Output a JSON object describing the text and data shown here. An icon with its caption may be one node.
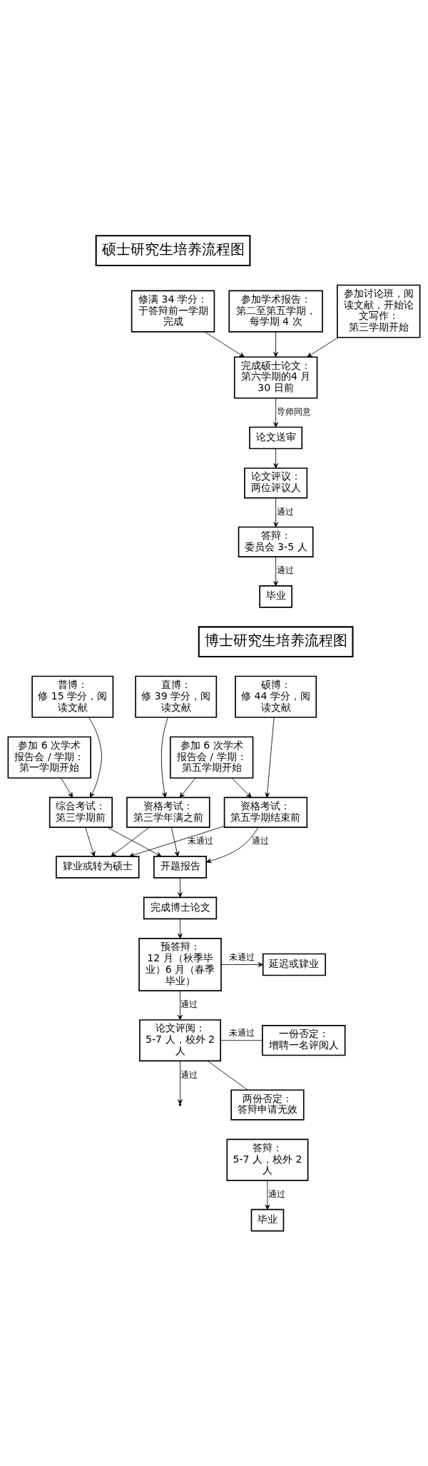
{
  "diagram": {
    "nodes": [
      {
        "text": [
          "硕士研究生培养流程图"
        ]
      },
      {
        "text": [
          "参加学术报告：第二至第五学期，每学期 4 次"
        ]
      },
      {
        "text": [
          "修满 34 学分：于答辩前一学期完成"
        ]
      },
      {
        "text": [
          "参加讨论班，阅读文献，开始论文写作：第三学期开始"
        ]
      },
      {
        "text": [
          "完成硕士论文：第六学期的4 月 30 日前"
        ]
      },
      {
        "text": [
          "论文送审"
        ]
      },
      {
        "text": [
          "论文评议：两位评议人"
        ]
      },
      {
        "text": [
          "答辩：委员会 3-5 人"
        ]
      },
      {
        "text": [
          "毕业"
        ]
      },
      {
        "text": [
          "博士研究生培养流程图"
        ]
      },
      {
        "text": [
          "直博：修 39 学分，阅读文献"
        ]
      },
      {
        "text": [
          "硕博：修 44 学分，阅读文献"
        ]
      },
      {
        "text": [
          "普博：修 15 学分，阅读文献"
        ]
      },
      {
        "text": [
          "参加 6 次学术报告会 / 学期：第五学期开始"
        ]
      },
      {
        "text": [
          "参加 6 次学术报告会 / 学期：第一学期开始"
        ]
      },
      {
        "text": [
          "资格考试：第三学年满之前"
        ]
      },
      {
        "text": [
          "资格考试：第五学期结束前"
        ]
      },
      {
        "text": [
          "综合考试：第三学期前"
        ]
      },
      {
        "text": [
          "肄业或转为硕士"
        ]
      },
      {
        "text": [
          "开题报告"
        ]
      },
      {
        "text": [
          "完成博士论文"
        ]
      },
      {
        "text": [
          "预答辩：12 月（秋季毕业）6 月（春季毕业）"
        ]
      },
      {
        "text": [
          "延迟或肄业"
        ]
      },
      {
        "text": [
          "论文评阅：5-7 人，校外 2 人"
        ]
      },
      {
        "text": [
          "一份否定：增聘一名评阅人"
        ]
      },
      {
        "text": [
          "两份否定：答辩申请无效"
        ]
      },
      {
        "text": [
          "答辩：5-7 人，校外 2 人"
        ]
      },
      {
        "text": [
          "毕业"
        ]
      }
    ],
    "edges": [
      {
        "from": 1,
        "to": 4,
        "arrow": "to"
      },
      {
        "from": 2,
        "to": 4,
        "arrow": "to"
      },
      {
        "from": 3,
        "to": 4,
        "arrow": "to"
      },
      {
        "from": 4,
        "to": 5,
        "arrow": "to",
        "label": "导师同意"
      },
      {
        "from": 5,
        "to": 6,
        "arrow": "to"
      },
      {
        "from": 6,
        "to": 7,
        "arrow": "to",
        "label": "通过"
      },
      {
        "from": 7,
        "to": 8,
        "arrow": "to",
        "label": "通过"
      },
      {
        "from": 10,
        "to": 15,
        "arrow": "to"
      },
      {
        "from": 13,
        "to": 15,
        "arrow": "to"
      },
      {
        "from": 13,
        "to": 16,
        "arrow": "to"
      },
      {
        "from": 11,
        "to": 16,
        "arrow": "to"
      },
      {
        "from": 12,
        "to": 17,
        "arrow": "to"
      },
      {
        "from": 14,
        "to": 17,
        "arrow": "to"
      },
      {
        "from": 15,
        "to": 18,
        "arrow": "to"
      },
      {
        "from": 16,
        "to": 18,
        "arrow": "to",
        "label": "未通过"
      },
      {
        "from": 17,
        "to": 18,
        "arrow": "to"
      },
      {
        "from": 15,
        "to": 19,
        "arrow": "to"
      },
      {
        "from": 16,
        "to": 19,
        "arrow": "to",
        "label": "通过"
      },
      {
        "from": 17,
        "to": 19,
        "arrow": "to"
      },
      {
        "from": 19,
        "to": 20,
        "arrow": "to"
      },
      {
        "from": 20,
        "to": 21,
        "arrow": "to"
      },
      {
        "from": 21,
        "to": 22,
        "arrow": "to",
        "label": "未通过"
      },
      {
        "from": 21,
        "to": 23,
        "arrow": "to",
        "label": "通过"
      },
      {
        "from": 23,
        "to": 24,
        "arrow": "none",
        "label": "未通过"
      },
      {
        "from": 23,
        "to": 25,
        "arrow": "none"
      },
      {
        "from": 23,
        "to": null,
        "arrow": "to",
        "label": "通过"
      },
      {
        "from": 26,
        "to": 27,
        "arrow": "to",
        "label": "通过"
      }
    ]
  }
}
